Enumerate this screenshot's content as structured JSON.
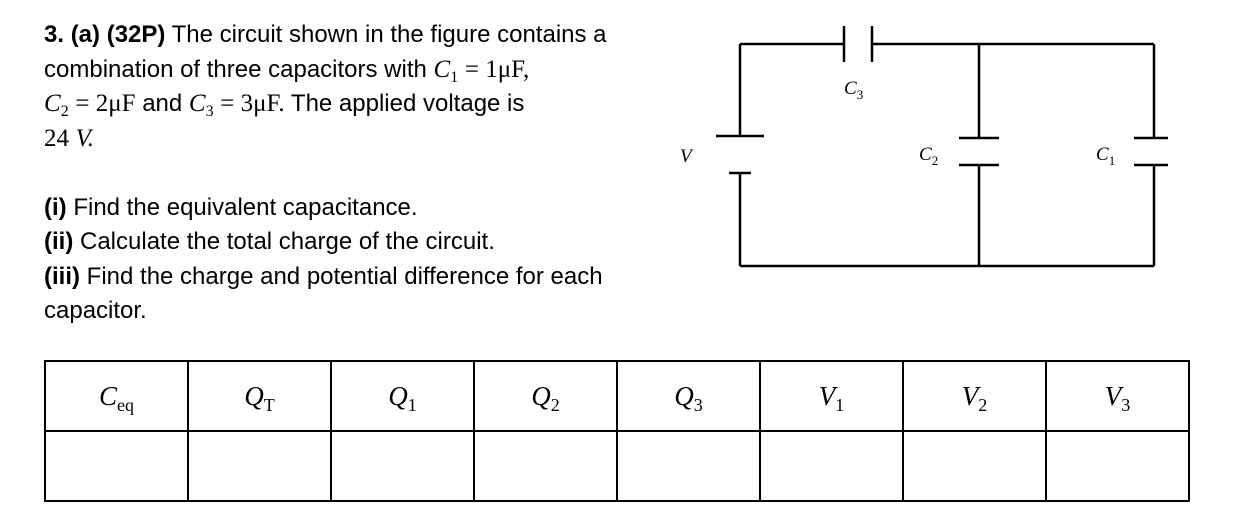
{
  "problem": {
    "number": "3.",
    "part": "(a)",
    "points": "(32P)",
    "line1_text": "The circuit shown in the figure contains a",
    "line2_text": "combination of three capacitors with",
    "c1_symbol": "C",
    "c1_sub": "1",
    "c1_value": "= 1μF,",
    "c2_symbol": "C",
    "c2_sub": "2",
    "c2_value": "= 2μF",
    "and_text": "and",
    "c3_symbol": "C",
    "c3_sub": "3",
    "c3_value": "= 3μF.",
    "line3_tail": "The applied voltage is",
    "voltage_value": "24",
    "voltage_unit": "V.",
    "q1_label": "(i)",
    "q1_text": "Find the equivalent capacitance.",
    "q2_label": "(ii)",
    "q2_text": "Calculate the total charge of the circuit.",
    "q3_label": "(iii)",
    "q3_text": "Find the charge and potential difference for each",
    "q3_text2": "capacitor."
  },
  "circuit": {
    "source_label": "V",
    "cap_top_label": "C",
    "cap_top_sub": "3",
    "cap_mid_label": "C",
    "cap_mid_sub": "2",
    "cap_right_label": "C",
    "cap_right_sub": "1"
  },
  "answer_table": {
    "headers": [
      {
        "sym": "C",
        "sub": "eq"
      },
      {
        "sym": "Q",
        "sub": "T"
      },
      {
        "sym": "Q",
        "sub": "1"
      },
      {
        "sym": "Q",
        "sub": "2"
      },
      {
        "sym": "Q",
        "sub": "3"
      },
      {
        "sym": "V",
        "sub": "1"
      },
      {
        "sym": "V",
        "sub": "2"
      },
      {
        "sym": "V",
        "sub": "3"
      }
    ],
    "answers": [
      "",
      "",
      "",
      "",
      "",
      "",
      "",
      ""
    ]
  }
}
